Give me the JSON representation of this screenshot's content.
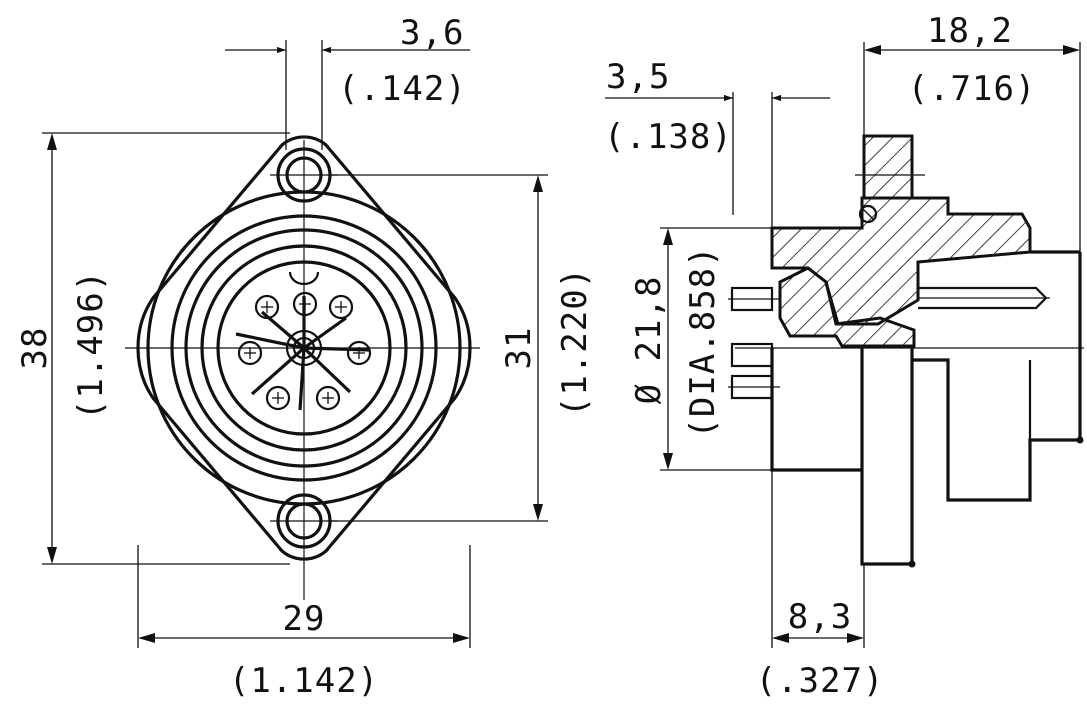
{
  "front_view": {
    "hole_spacing_dim": {
      "mm": "3,6",
      "inch": "(.142)"
    },
    "height_dim": {
      "mm": "38",
      "inch": "(1.496)"
    },
    "mount_dim": {
      "mm": "31",
      "inch": "(1.220)"
    },
    "width_dim": {
      "mm": "29",
      "inch": "(1.142)"
    }
  },
  "side_view": {
    "flange_dim": {
      "mm": "3,5",
      "inch": "(.138)"
    },
    "length_dim": {
      "mm": "18,2",
      "inch": "(.716)"
    },
    "diameter_dim": {
      "mm": "Ø 21,8",
      "inch": "(DIA.858)"
    },
    "body_dim": {
      "mm": "8,3",
      "inch": "(.327)"
    }
  }
}
